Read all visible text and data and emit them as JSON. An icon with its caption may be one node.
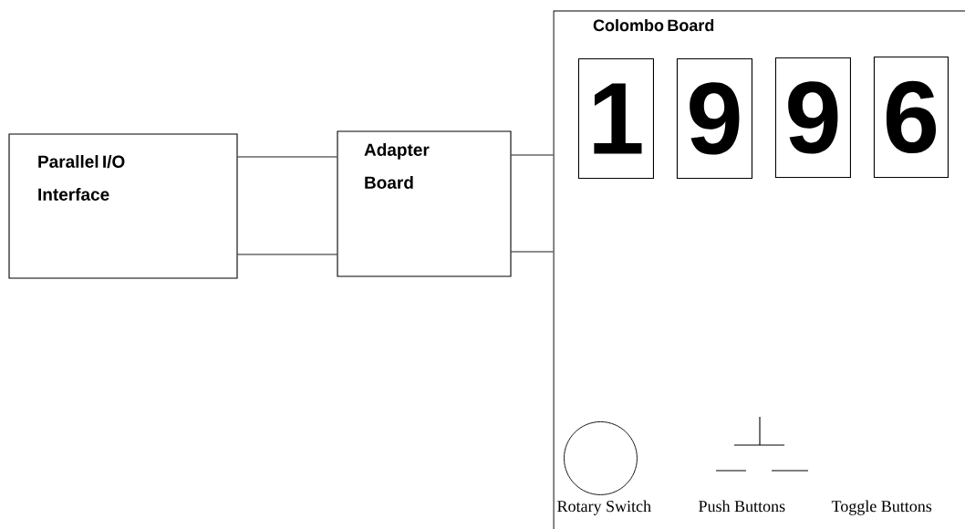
{
  "diagram": {
    "nodes": [
      {
        "text": [
          "Parallel I/O Interface"
        ]
      },
      {
        "text": [
          "Adapter Board"
        ]
      },
      {
        "text": [
          "Colombo Board"
        ]
      },
      {
        "text": [
          "1"
        ],
        "in": 2
      },
      {
        "text": [
          "9"
        ],
        "in": 2
      },
      {
        "text": [
          "9"
        ],
        "in": 2
      },
      {
        "text": [
          "6"
        ],
        "in": 2
      },
      {
        "text": [],
        "shape": "circle",
        "in": 2,
        "beside": [
          "Rotary Switch"
        ]
      }
    ],
    "edges": [
      {
        "from": 0,
        "to": 1,
        "arrow": "none"
      },
      {
        "from": 0,
        "to": 1,
        "arrow": "none"
      },
      {
        "from": 1,
        "to": 2,
        "arrow": "none"
      },
      {
        "from": 1,
        "to": 2,
        "arrow": "none"
      }
    ],
    "labels": [
      "Push Buttons",
      "Toggle Buttons"
    ]
  }
}
